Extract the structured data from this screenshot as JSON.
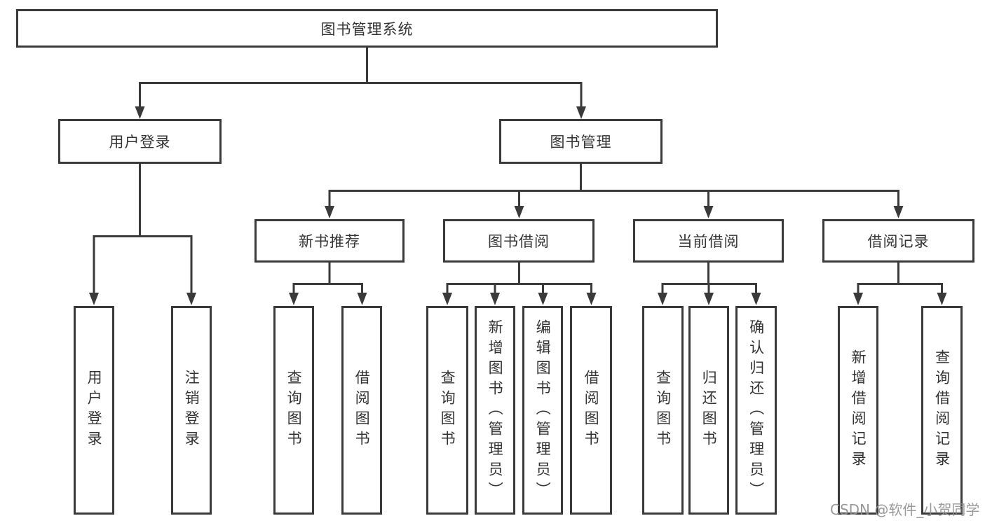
{
  "colors": {
    "line": "#3a3a3a",
    "text": "#333333",
    "box_background": "#ffffff",
    "watermark": "#8f8f8f"
  },
  "tree": {
    "root": {
      "label": "图书管理系统",
      "children": [
        {
          "label": "用户登录",
          "children": [
            {
              "label": "用户登录"
            },
            {
              "label": "注销登录"
            }
          ]
        },
        {
          "label": "图书管理",
          "children": [
            {
              "label": "新书推荐",
              "children": [
                {
                  "label": "查询图书"
                },
                {
                  "label": "借阅图书"
                }
              ]
            },
            {
              "label": "图书借阅",
              "children": [
                {
                  "label": "查询图书"
                },
                {
                  "label": "新增图书（管理员）"
                },
                {
                  "label": "编辑图书（管理员）"
                },
                {
                  "label": "借阅图书"
                }
              ]
            },
            {
              "label": "当前借阅",
              "children": [
                {
                  "label": "查询图书"
                },
                {
                  "label": "归还图书"
                },
                {
                  "label": "确认归还（管理员）"
                }
              ]
            },
            {
              "label": "借阅记录",
              "children": [
                {
                  "label": "新增借阅记录"
                },
                {
                  "label": "查询借阅记录"
                }
              ]
            }
          ]
        }
      ]
    }
  },
  "watermark": {
    "text": "CSDN @软件_小贺同学"
  }
}
